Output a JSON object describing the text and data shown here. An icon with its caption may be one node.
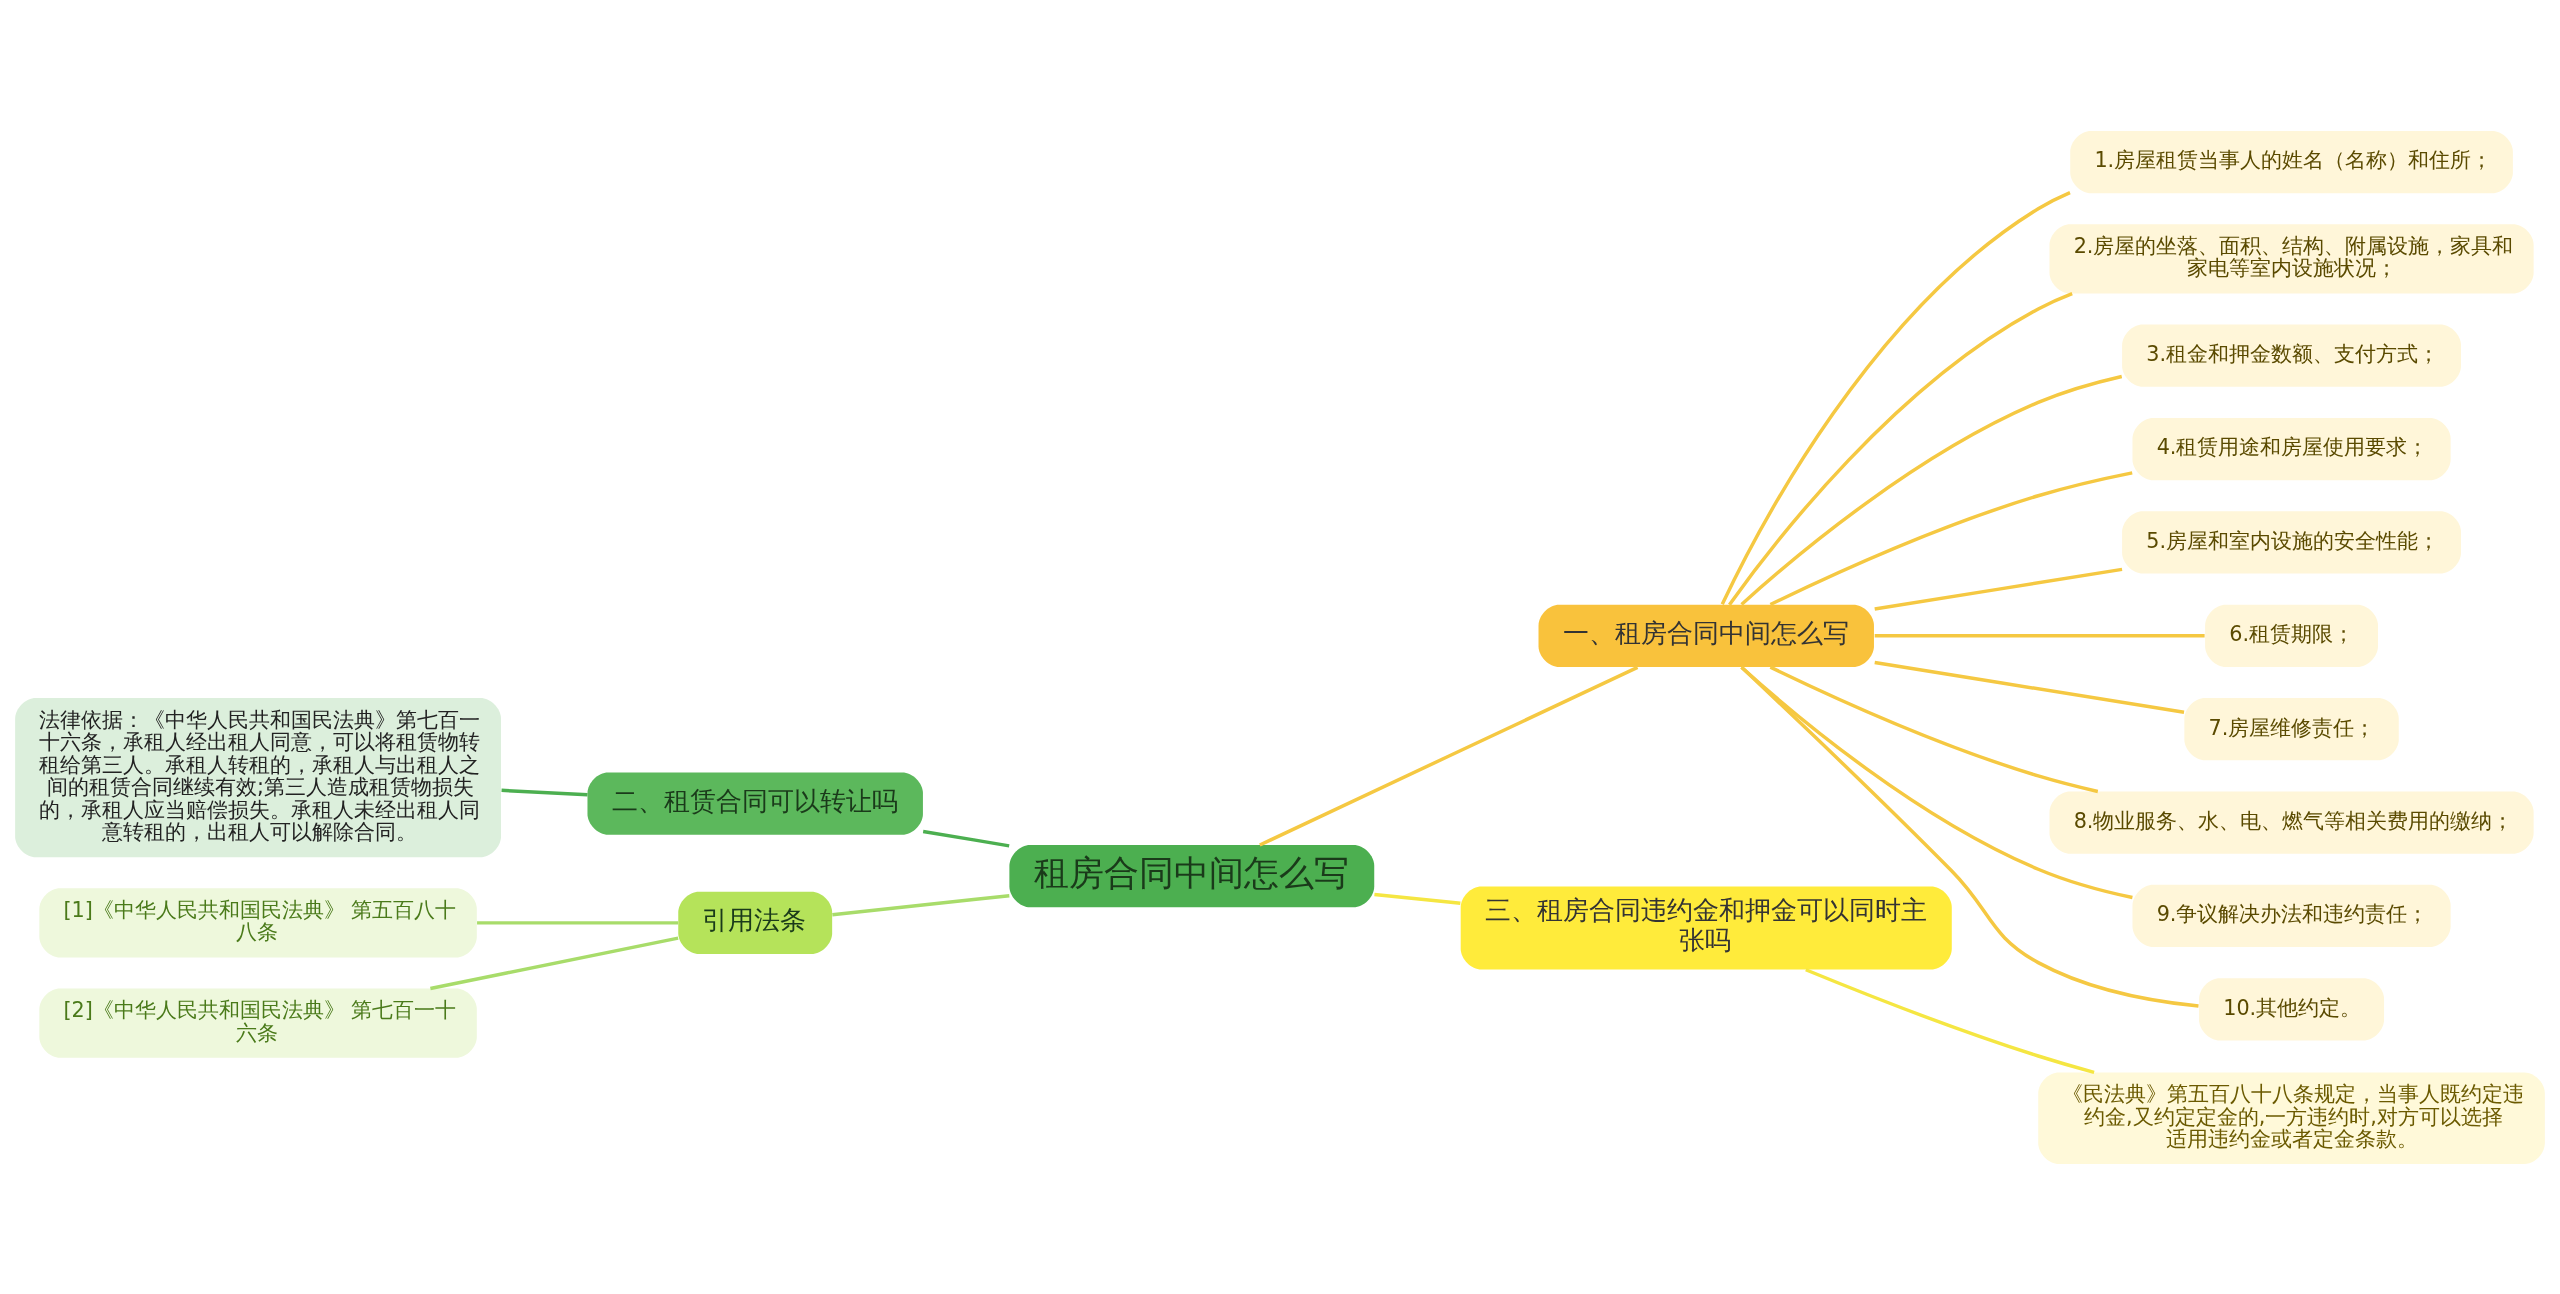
{
  "diagram": {
    "nodes": [
      {
        "text": [
          "租房合同中间怎么写"
        ]
      },
      {
        "text": [
          "一、租房合同中间怎么写"
        ]
      },
      {
        "text": [
          "1.房屋租赁当事人的姓名（名称）和住所；"
        ]
      },
      {
        "text": [
          "2.房屋的坐落、面积、结构、附属设施，家具和家电等室内设施状况；"
        ]
      },
      {
        "text": [
          "3.租金和押金数额、支付方式；"
        ]
      },
      {
        "text": [
          "4.租赁用途和房屋使用要求；"
        ]
      },
      {
        "text": [
          "5.房屋和室内设施的安全性能；"
        ]
      },
      {
        "text": [
          "6.租赁期限；"
        ]
      },
      {
        "text": [
          "7.房屋维修责任；"
        ]
      },
      {
        "text": [
          "8.物业服务、水、电、燃气等相关费用的缴纳；"
        ]
      },
      {
        "text": [
          "9.争议解决办法和违约责任；"
        ]
      },
      {
        "text": [
          "10.其他约定。"
        ]
      },
      {
        "text": [
          "三、租房合同违约金和押金可以同时主张吗"
        ]
      },
      {
        "text": [
          "《民法典》第五百八十八条规定，当事人既约定违约金,又约定定金的,一方违约时,对方可以选择适用违约金或者定金条款。"
        ]
      },
      {
        "text": [
          "二、租赁合同可以转让吗"
        ]
      },
      {
        "text": [
          "法律依据：《中华人民共和国民法典》第七百一十六条，承租人经出租人同意，可以将租赁物转租给第三人。承租人转租的，承租人与出租人之间的租赁合同继续有效;第三人造成租赁物损失的，承租人应当赔偿损失。承租人未经出租人同意转租的，出租人可以解除合同。"
        ]
      },
      {
        "text": [
          "引用法条"
        ]
      },
      {
        "text": [
          "[1]《中华人民共和国民法典》 第五百八十八条"
        ]
      },
      {
        "text": [
          "[2]《中华人民共和国民法典》 第七百一十六条"
        ]
      }
    ],
    "edges": [
      {
        "from": 0,
        "to": 1,
        "arrow": "none"
      },
      {
        "from": 1,
        "to": 2,
        "arrow": "none"
      },
      {
        "from": 1,
        "to": 3,
        "arrow": "none"
      },
      {
        "from": 1,
        "to": 4,
        "arrow": "none"
      },
      {
        "from": 1,
        "to": 5,
        "arrow": "none"
      },
      {
        "from": 1,
        "to": 6,
        "arrow": "none"
      },
      {
        "from": 1,
        "to": 7,
        "arrow": "none"
      },
      {
        "from": 1,
        "to": 8,
        "arrow": "none"
      },
      {
        "from": 1,
        "to": 9,
        "arrow": "none"
      },
      {
        "from": 1,
        "to": 10,
        "arrow": "none"
      },
      {
        "from": 1,
        "to": 11,
        "arrow": "none"
      },
      {
        "from": 0,
        "to": 12,
        "arrow": "none",
        "color": "#f5e642"
      },
      {
        "from": 12,
        "to": 13,
        "arrow": "none",
        "color": "#f5e642"
      },
      {
        "from": 0,
        "to": 14,
        "arrow": "none",
        "color": "#4caf50"
      },
      {
        "from": 14,
        "to": 15,
        "arrow": "none",
        "color": "#4caf50"
      },
      {
        "from": 0,
        "to": 16,
        "arrow": "none",
        "color": "#a8dc6a"
      },
      {
        "from": 16,
        "to": 17,
        "arrow": "none",
        "color": "#a8dc6a"
      },
      {
        "from": 16,
        "to": 18,
        "arrow": "none",
        "color": "#a8dc6a"
      }
    ]
  }
}
